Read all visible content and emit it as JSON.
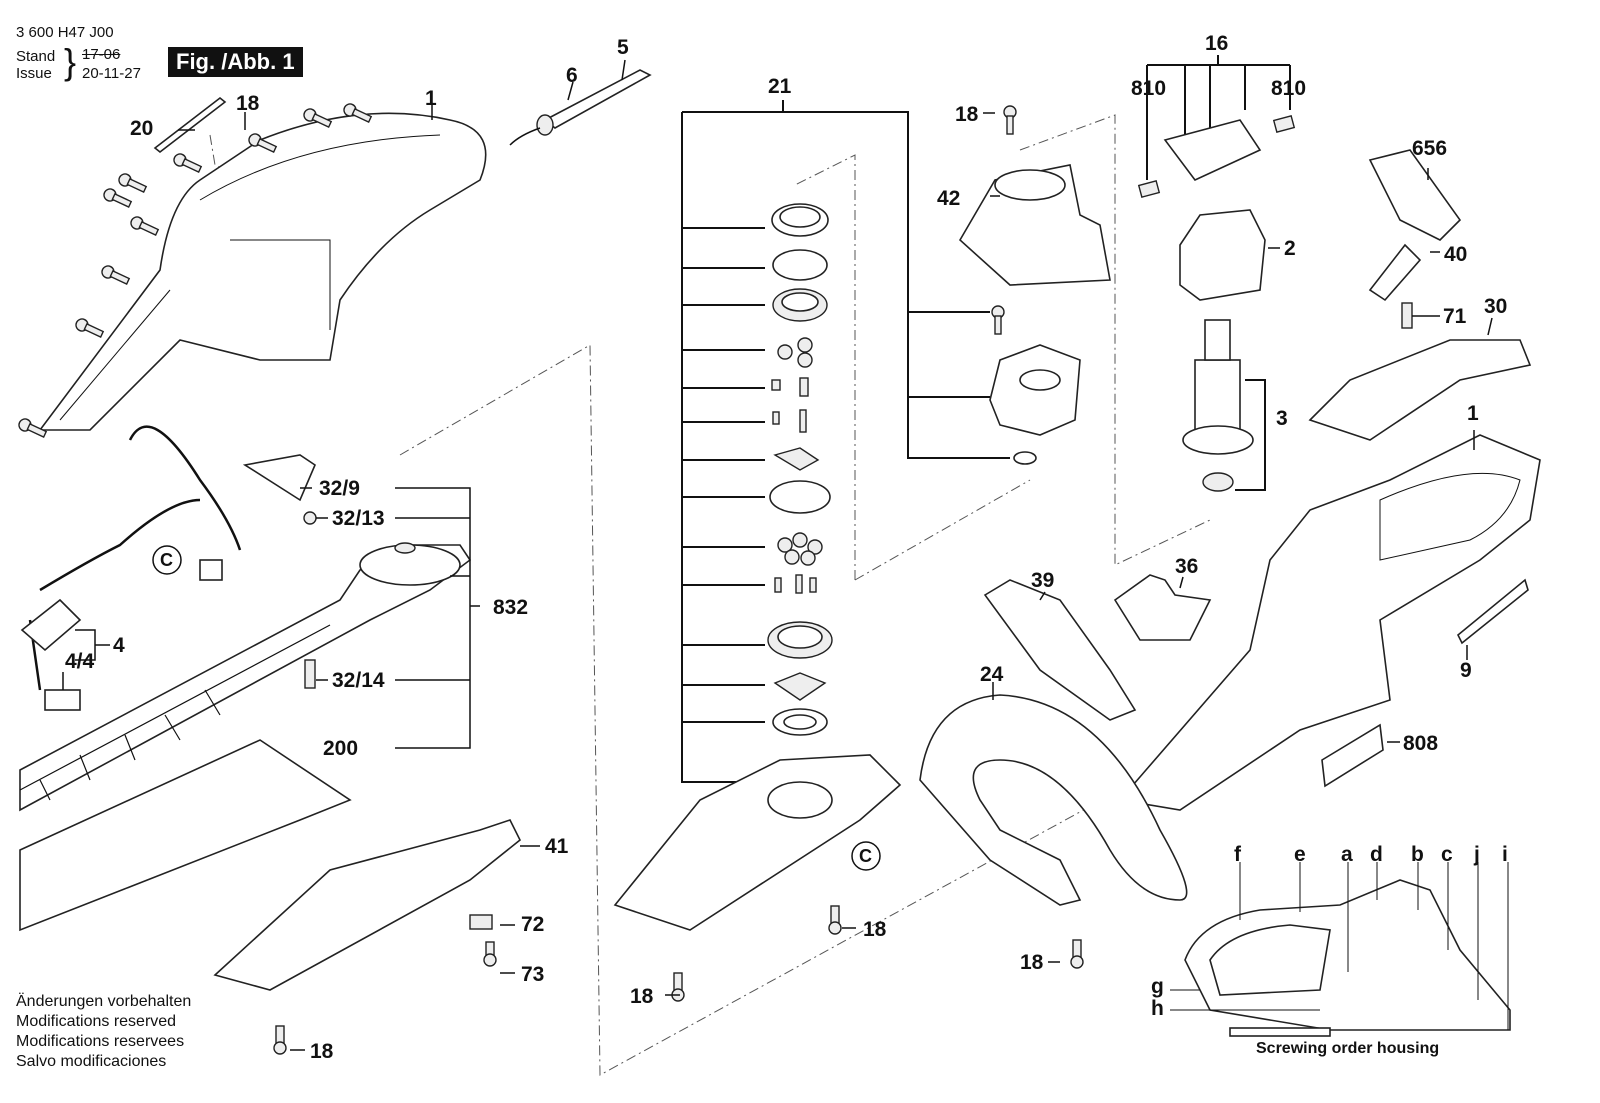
{
  "header": {
    "part_number": "3 600 H47 J00",
    "stand_label": "Stand",
    "issue_label": "Issue",
    "stand_date": "17-06",
    "issue_date": "20-11-27",
    "figure_badge": "Fig. /Abb. 1"
  },
  "footer_notes": [
    "Änderungen vorbehalten",
    "Modifications reserved",
    "Modifications reservees",
    "Salvo modificaciones"
  ],
  "screwing_caption": "Screwing order housing",
  "callouts": {
    "p1_top": "1",
    "p1_right": "1",
    "p2": "2",
    "p3": "3",
    "p4": "4",
    "p4_4": "4/4",
    "p5": "5",
    "p6": "6",
    "p9": "9",
    "p16": "16",
    "p18_a": "18",
    "p18_b": "18",
    "p18_c": "18",
    "p18_d": "18",
    "p18_e": "18",
    "p18_f": "18",
    "p20": "20",
    "p21": "21",
    "p24": "24",
    "p30": "30",
    "p32_9": "32/9",
    "p32_13": "32/13",
    "p32_14": "32/14",
    "p36": "36",
    "p39": "39",
    "p40": "40",
    "p41": "41",
    "p42": "42",
    "p71": "71",
    "p72": "72",
    "p73": "73",
    "p200": "200",
    "p656": "656",
    "p808": "808",
    "p810_l": "810",
    "p810_r": "810",
    "p832": "832",
    "ref_c1": "C",
    "ref_c2": "C"
  },
  "screw_order_letters": [
    "f",
    "e",
    "a",
    "d",
    "b",
    "c",
    "j",
    "i",
    "g",
    "h"
  ]
}
